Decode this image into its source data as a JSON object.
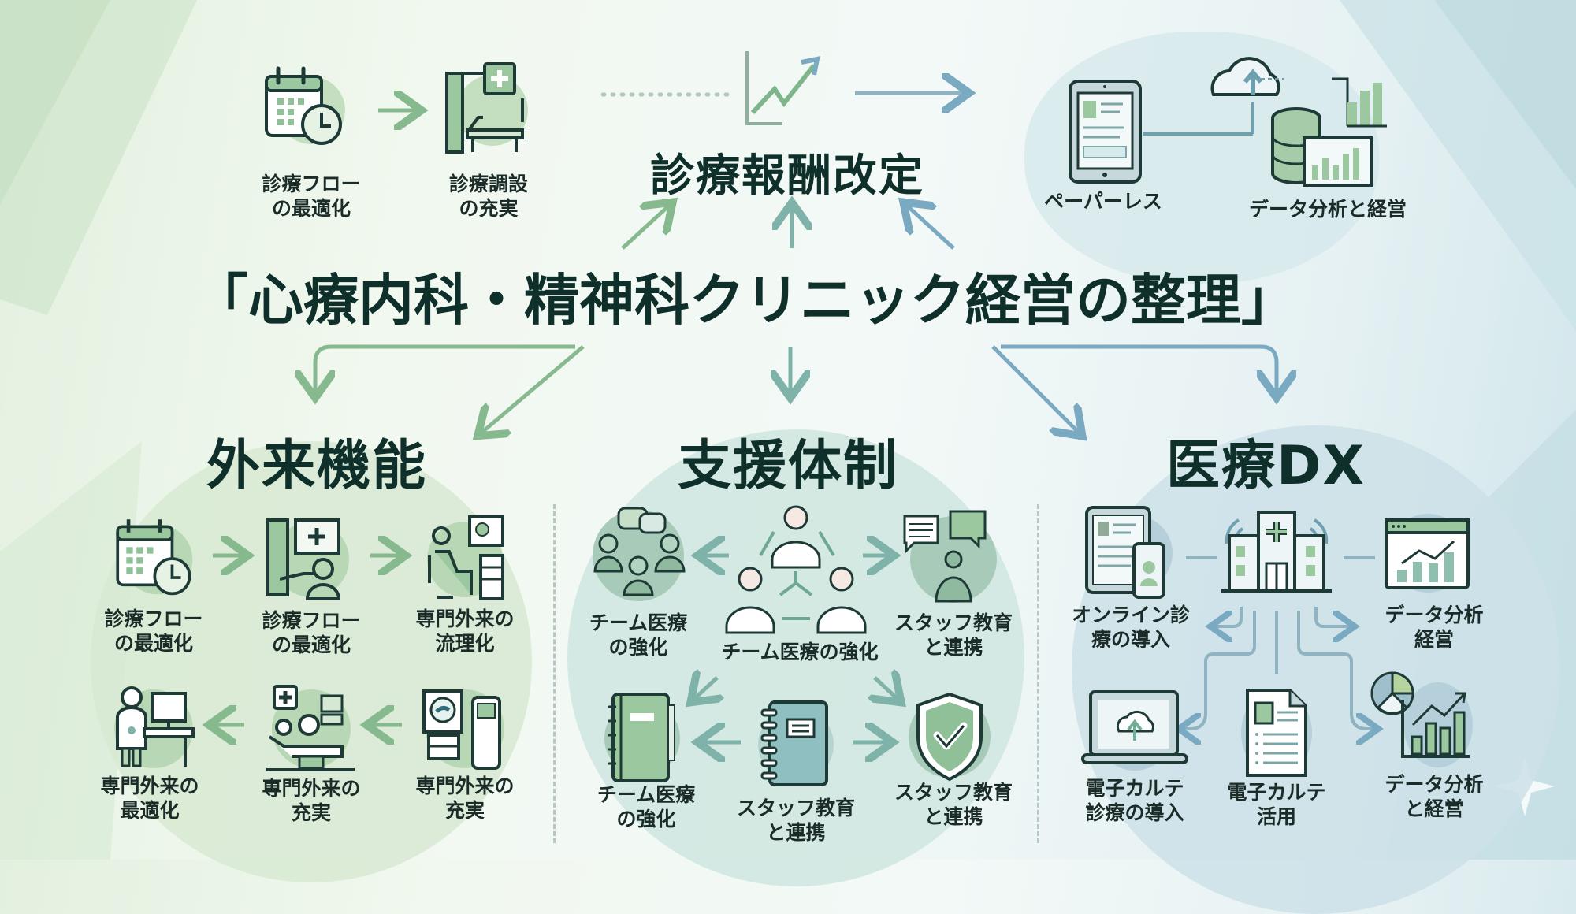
{
  "title": "「心療内科・精神科クリニック経営の整理」",
  "top": {
    "center_heading": "診療報酬改定",
    "left_items": [
      {
        "label": "診療フロー\nの最適化",
        "icon": "calendar-clock-icon"
      },
      {
        "label": "診療調設\nの充実",
        "icon": "exam-room-icon"
      }
    ],
    "right_items": [
      {
        "label": "ペーパーレス",
        "icon": "tablet-document-icon"
      },
      {
        "label": "データ分析と経営",
        "icon": "cloud-database-chart-icon"
      }
    ]
  },
  "sections": {
    "outpatient": {
      "heading": "外来機能",
      "items": [
        {
          "label": "診療フロー\nの最適化",
          "icon": "calendar-clock-icon"
        },
        {
          "label": "診療フロー\nの最適化",
          "icon": "exam-room-icon"
        },
        {
          "label": "専門外来の\n流理化",
          "icon": "desk-monitor-icon"
        },
        {
          "label": "専門外来の\n最適化",
          "icon": "doctor-desk-icon"
        },
        {
          "label": "専門外来の\n充実",
          "icon": "patient-bed-icon"
        },
        {
          "label": "専門外来の\n充実",
          "icon": "medical-device-icon"
        }
      ]
    },
    "support": {
      "heading": "支援体制",
      "items": [
        {
          "label": "チーム医療\nの強化",
          "icon": "team-chat-icon"
        },
        {
          "label": "チーム医療の強化",
          "icon": "doctors-network-icon"
        },
        {
          "label": "スタッフ教育\nと連携",
          "icon": "staff-speech-icon"
        },
        {
          "label": "チーム医療\nの強化",
          "icon": "binder-icon"
        },
        {
          "label": "スタッフ教育\nと連携",
          "icon": "notebook-icon"
        },
        {
          "label": "スタッフ教育\nと連携",
          "icon": "shield-check-icon"
        }
      ]
    },
    "dx": {
      "heading": "医療DX",
      "items": [
        {
          "label": "オンライン診\n療の導入",
          "icon": "tablet-phone-icon"
        },
        {
          "label": "",
          "icon": "hospital-icon"
        },
        {
          "label": "データ分析\n経営",
          "icon": "browser-chart-icon"
        },
        {
          "label": "電子カルテ\n診療の導入",
          "icon": "laptop-cloud-icon"
        },
        {
          "label": "電子カルテ\n活用",
          "icon": "document-icon"
        },
        {
          "label": "データ分析\nと経営",
          "icon": "pie-bar-chart-icon"
        }
      ]
    }
  },
  "colors": {
    "green": "#7fb58a",
    "teal": "#7fb2a8",
    "blue": "#7aa9c2",
    "dark": "#1e3a36"
  }
}
